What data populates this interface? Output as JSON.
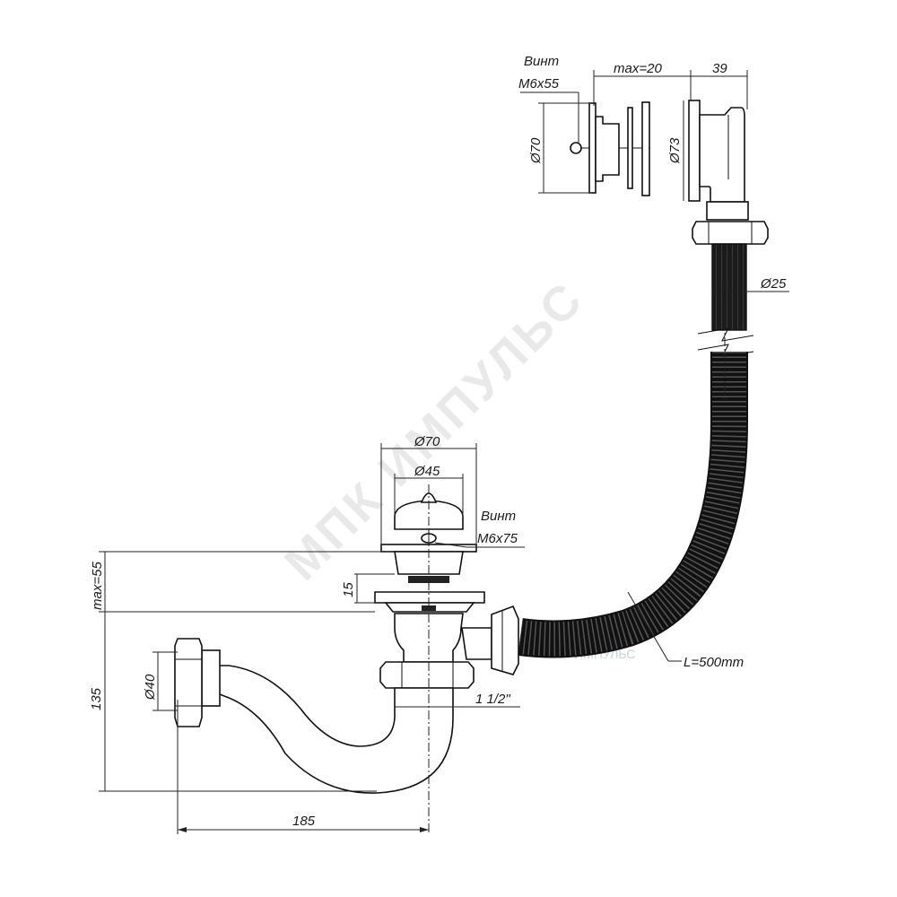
{
  "labels": {
    "screw_top_word": "Винт",
    "screw_top_size": "M6x55",
    "max_20": "max=20",
    "dim_39": "39",
    "dia_70_top": "Ø70",
    "dia_73": "Ø73",
    "dia_25": "Ø25",
    "dia_70_drain": "Ø70",
    "dia_45": "Ø45",
    "screw_drain_word": "Винт",
    "screw_drain_size": "M6x75",
    "max_55": "max=55",
    "dim_15": "15",
    "dim_135": "135",
    "dia_40": "Ø40",
    "thread": "1 1/2\"",
    "length": "L=500mm",
    "dim_185": "185"
  },
  "watermark": {
    "main": "МПК ИМПУЛЬС",
    "small_top": "МПК",
    "small_bottom": "ИМПУЛЬС"
  },
  "colors": {
    "line": "#111111",
    "hose": "#161616",
    "watermark": "#cfcfcf"
  }
}
